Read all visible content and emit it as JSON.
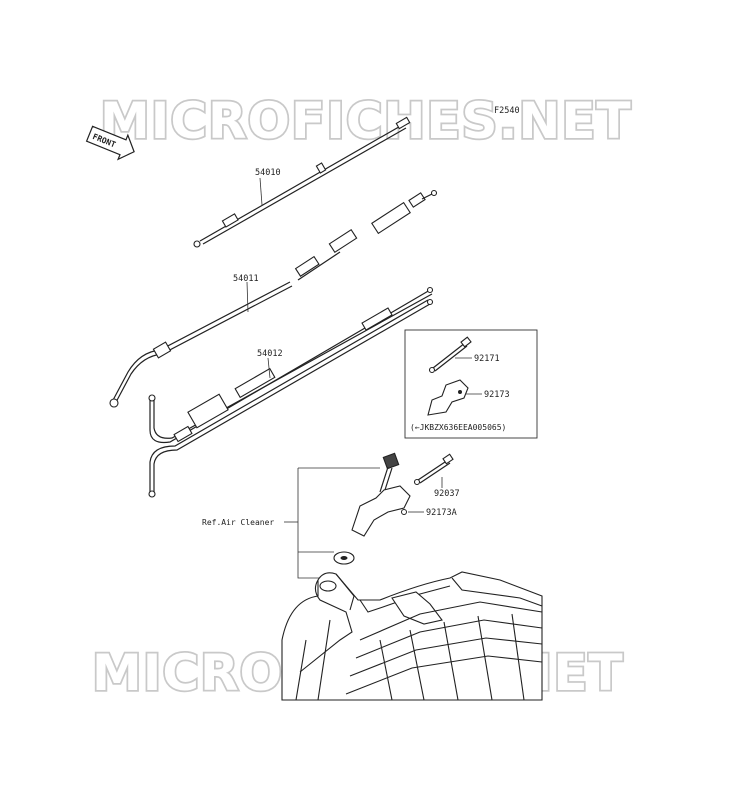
{
  "diagram": {
    "code": "F2540",
    "front_label": "FRONT",
    "watermark": "MICROFICHES.NET",
    "callouts": {
      "p54010": "54010",
      "p54011": "54011",
      "p54012": "54012",
      "p92171": "92171",
      "p92173": "92173",
      "p92037": "92037",
      "p92173A": "92173A"
    },
    "inset_note": "(←JKBZX636EEA005065)",
    "ref_label": "Ref.Air Cleaner"
  }
}
